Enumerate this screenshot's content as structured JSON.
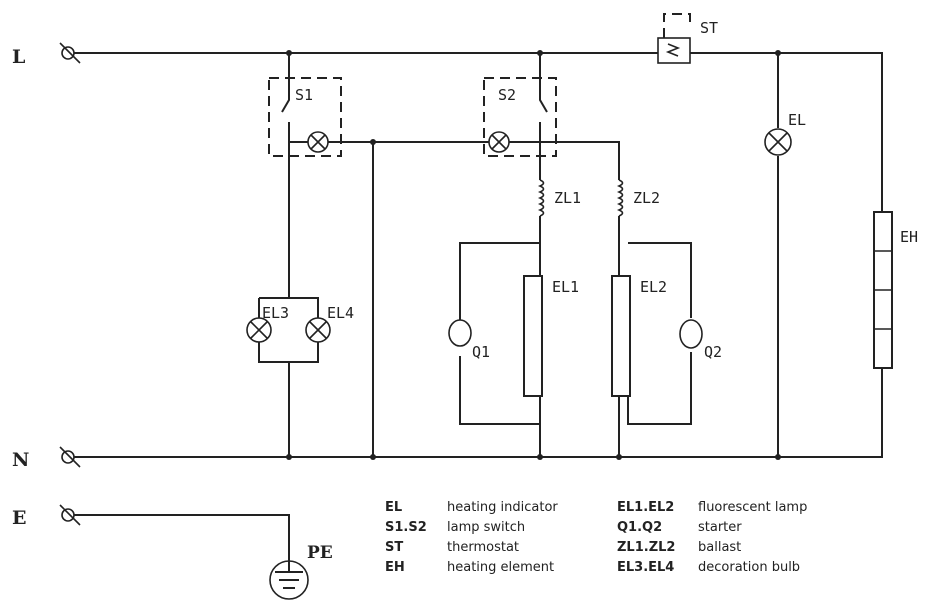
{
  "rails": {
    "live": "L",
    "neutral": "N",
    "earth": "E",
    "protective_earth": "PE"
  },
  "components": {
    "s1": "S1",
    "s2": "S2",
    "st": "ST",
    "el": "EL",
    "el1": "EL1",
    "el2": "EL2",
    "el3": "EL3",
    "el4": "EL4",
    "zl1": "ZL1",
    "zl2": "ZL2",
    "q1": "Q1",
    "q2": "Q2",
    "eh": "EH"
  },
  "legend": [
    {
      "code": "EL",
      "desc": "heating indicator"
    },
    {
      "code": "S1.S2",
      "desc": "lamp switch"
    },
    {
      "code": "ST",
      "desc": "thermostat"
    },
    {
      "code": "EH",
      "desc": "heating element"
    },
    {
      "code": "EL1.EL2",
      "desc": "fluorescent lamp"
    },
    {
      "code": "Q1.Q2",
      "desc": "starter"
    },
    {
      "code": "ZL1.ZL2",
      "desc": "ballast"
    },
    {
      "code": "EL3.EL4",
      "desc": "decoration bulb"
    }
  ]
}
